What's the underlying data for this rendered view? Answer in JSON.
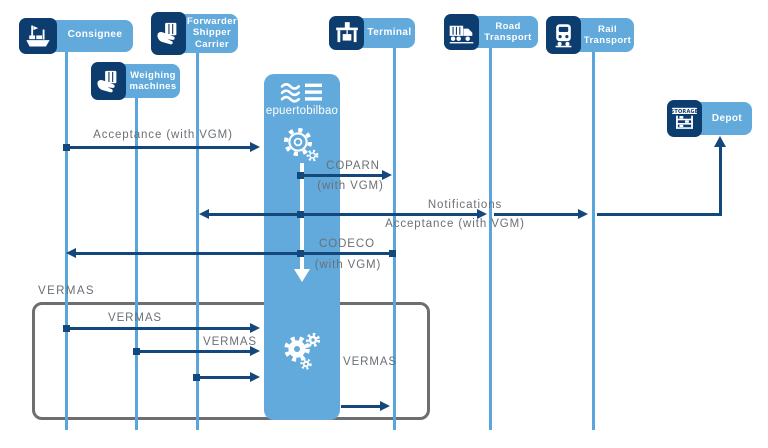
{
  "diagram": {
    "type": "sequence-flow",
    "system": {
      "name": "epuertobilbao",
      "logo_icon": "waves-bars-logo",
      "top_icon": "gear-outline-icon",
      "bottom_icon": "gears-solid-icon"
    },
    "actors": {
      "consignee": {
        "label": "Consignee",
        "icon": "ship-icon"
      },
      "forwarder": {
        "label": "Forwarder\nShipper\nCarrier",
        "icon": "hand-container-icon"
      },
      "weighing": {
        "label": "Weighing\nmachines",
        "icon": "hand-container-icon"
      },
      "terminal": {
        "label": "Terminal",
        "icon": "gantry-crane-icon"
      },
      "road": {
        "label": "Road\nTransport",
        "icon": "truck-icon"
      },
      "rail": {
        "label": "Rail\nTransport",
        "icon": "train-icon"
      },
      "depot": {
        "label": "Depot",
        "icon": "storage-shelves-icon"
      }
    },
    "messages": {
      "acceptance": {
        "label": "Acceptance (with VGM)",
        "from": "Consignee",
        "to": "epuertobilbao"
      },
      "coparn": {
        "label": "COPARN",
        "sub": "(with VGM)",
        "from": "epuertobilbao",
        "to": "Terminal"
      },
      "notifications": {
        "label": "Notifications",
        "sub": "Acceptance (with VGM)",
        "from": "epuertobilbao",
        "to": "Forwarder / Road Transport / Rail Transport / Depot"
      },
      "codeco": {
        "label": "CODECO",
        "sub": "(with VGM)",
        "from": "Terminal",
        "to": "Consignee"
      }
    },
    "vermas": {
      "group_label": "VERMAS",
      "arrows": [
        {
          "label": "VERMAS",
          "from": "Consignee",
          "to": "epuertobilbao"
        },
        {
          "label": "VERMAS",
          "from": "Weighing machines",
          "to": "epuertobilbao"
        },
        {
          "label": "",
          "from": "Forwarder Shipper Carrier",
          "to": "epuertobilbao"
        },
        {
          "label": "VERMAS",
          "from": "epuertobilbao",
          "to": "Terminal"
        }
      ]
    },
    "colors": {
      "light_blue": "#62A9DC",
      "lifeline_blue": "#58A6DB",
      "navy_icon_tile": "#0D3C6E",
      "arrow_navy": "#14477C",
      "label_gray": "#6B7075",
      "group_border_gray": "#6D6E71"
    }
  }
}
